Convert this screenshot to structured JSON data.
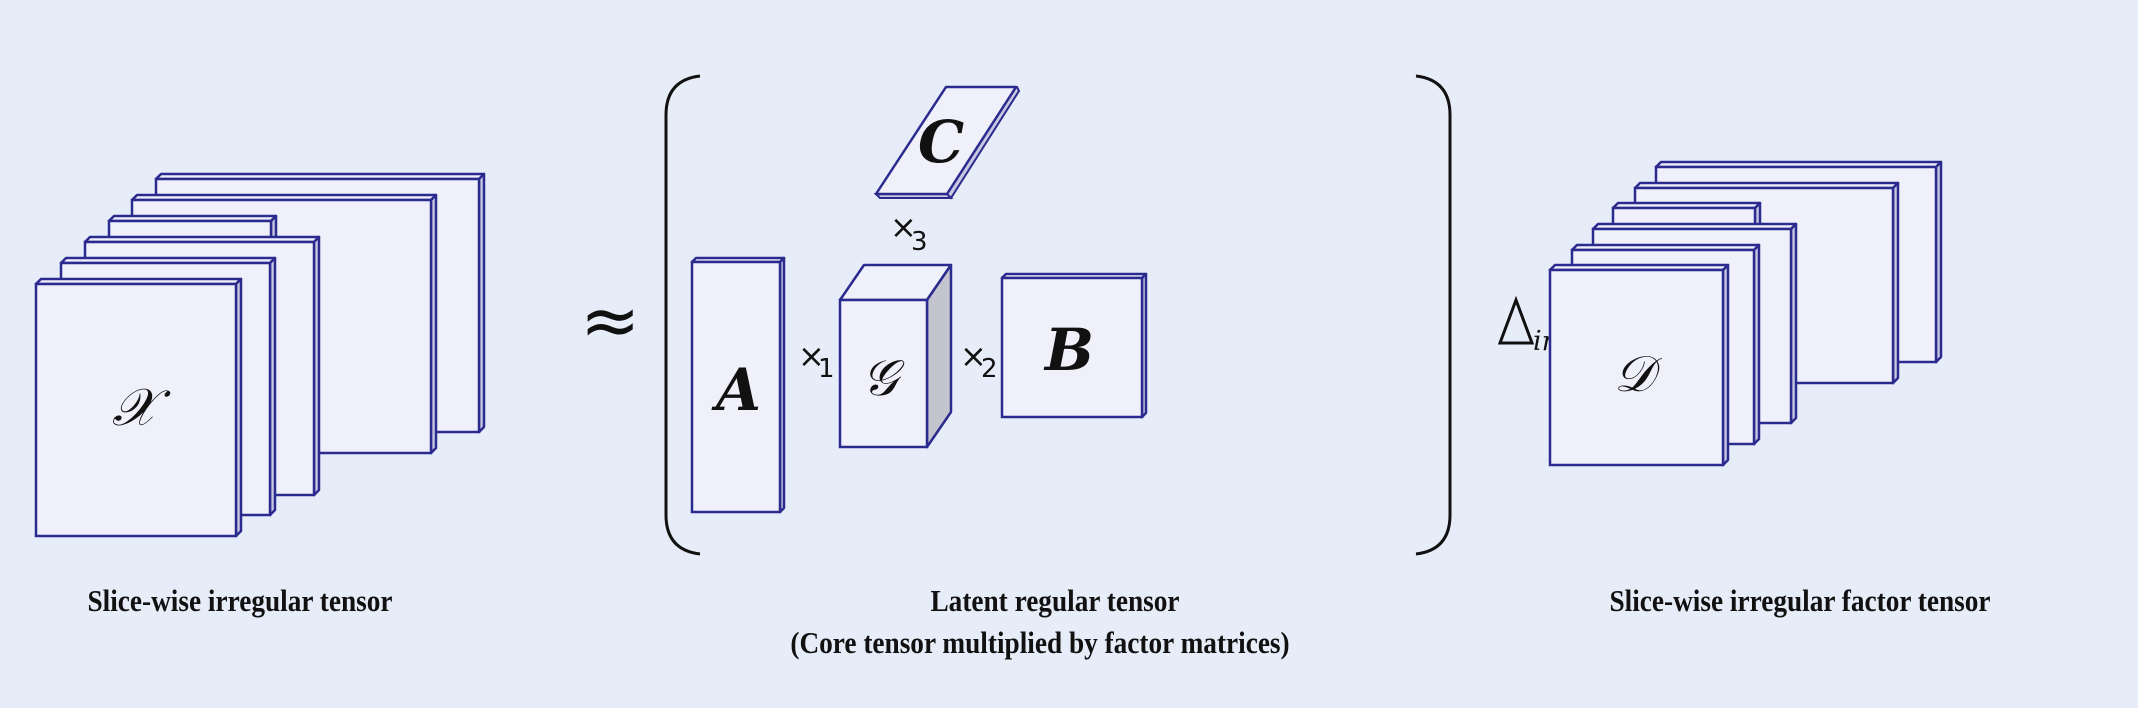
{
  "colors": {
    "background": "#e7edf8",
    "slice_fill": "#f0f0fb",
    "slice_stroke": "#2b2b8f",
    "cube_side": "#c4c4cf",
    "text": "#111111"
  },
  "left": {
    "symbol": "𝒳",
    "caption": "Slice-wise irregular tensor",
    "slice_count": 6
  },
  "approx_symbol": "≈",
  "middle": {
    "factor_a": "A",
    "factor_b": "B",
    "factor_c": "C",
    "core": "𝒢",
    "mode1": {
      "op": "×",
      "sub": "1"
    },
    "mode2": {
      "op": "×",
      "sub": "2"
    },
    "mode3": {
      "op": "×",
      "sub": "3"
    },
    "caption_line1": "Latent regular tensor",
    "caption_line2": "(Core tensor multiplied by factor matrices)"
  },
  "operator": {
    "symbol": "△",
    "sub": "ir"
  },
  "right": {
    "symbol": "𝒟",
    "caption": "Slice-wise irregular factor tensor",
    "slice_count": 6
  }
}
